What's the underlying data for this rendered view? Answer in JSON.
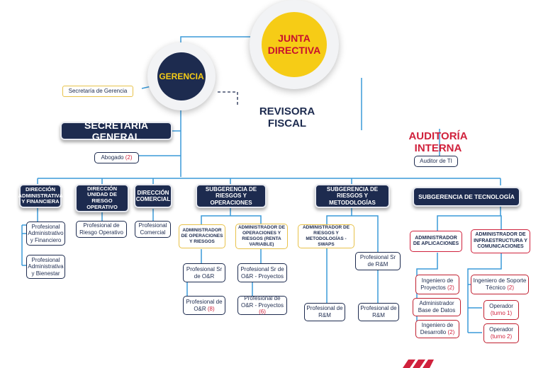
{
  "nodes": {
    "junta": "JUNTA DIRECTIVA",
    "gerencia": "GERENCIA",
    "secretaria_gerencia": "Secretaría de Gerencia",
    "revisora": "REVISORA FISCAL",
    "auditoria": "AUDITORÍA INTERNA",
    "auditor_ti": "Auditor de TI",
    "secretaria_general": "SECRETARÍA GENERAL",
    "abogado": "Abogado",
    "abogado_count": "(2)",
    "dir_admin": "DIRECCIÓN ADMINISTRATIVA Y FINANCIERA",
    "dir_riesgo": "DIRECCIÓN UNIDAD DE RIESGO OPERATIVO",
    "dir_comercial": "DIRECCIÓN COMERCIAL",
    "sub_riesgos_op": "SUBGERENCIA DE RIESGOS Y OPERACIONES",
    "sub_riesgos_met": "SUBGERENCIA DE RIESGOS Y METODOLOGÍAS",
    "sub_tec": "SUBGERENCIA DE TECNOLOGÍA",
    "prof_admin_fin": "Profesional Administrativo y Financiero",
    "prof_admin_bien": "Profesional Administrativa y Bienestar",
    "prof_riesgo_op": "Profesional de Riesgo Operativo",
    "prof_comercial": "Profesional Comercial",
    "adm_op_riesgos": "ADMINISTRADOR DE OPERACIONES Y RIESGOS",
    "adm_op_riesgos_rv": "ADMINISTRADOR DE OPERACIONES Y RIESGOS (RENTA VARIABLE)",
    "prof_sr_or": "Profesional Sr de O&R",
    "prof_or": "Profesional de O&R",
    "prof_or_count": "(8)",
    "prof_sr_or_proy": "Profesional Sr de O&R - Proyectos",
    "prof_or_proy": "Profesional de O&R - Proyectos",
    "prof_or_proy_count": "(6)",
    "adm_riesgos_met": "ADMINISTRADOR DE RIESGOS Y METODOLOGÍAS - SWAPS",
    "prof_rm_1": "Profesional de R&M",
    "prof_sr_rm": "Profesional Sr de R&M",
    "prof_rm_2": "Profesional de R&M",
    "adm_aplicaciones": "ADMINISTRADOR DE APLICACIONES",
    "adm_infra": "ADMINISTRADOR DE INFRAESTRUCTURA Y COMUNICACIONES",
    "ing_proyectos": "Ingeniero de Proyectos",
    "ing_proyectos_count": "(2)",
    "adm_bd": "Administrador Base de Datos",
    "ing_desarrollo": "Ingeniero de Desarrollo",
    "ing_desarrollo_count": "(2)",
    "ing_soporte": "Ingeniero de Soporte Técnico",
    "ing_soporte_count": "(2)",
    "operador_1": "Operador",
    "operador_1_turno": "(turno 1)",
    "operador_2": "Operador",
    "operador_2_turno": "(turno 2)"
  },
  "colors": {
    "navy": "#1d2b4f",
    "line_blue": "#3a9ad9",
    "junta_yellow": "#f6cc16",
    "red": "#d0213c",
    "gold_border": "#e8c24a"
  }
}
